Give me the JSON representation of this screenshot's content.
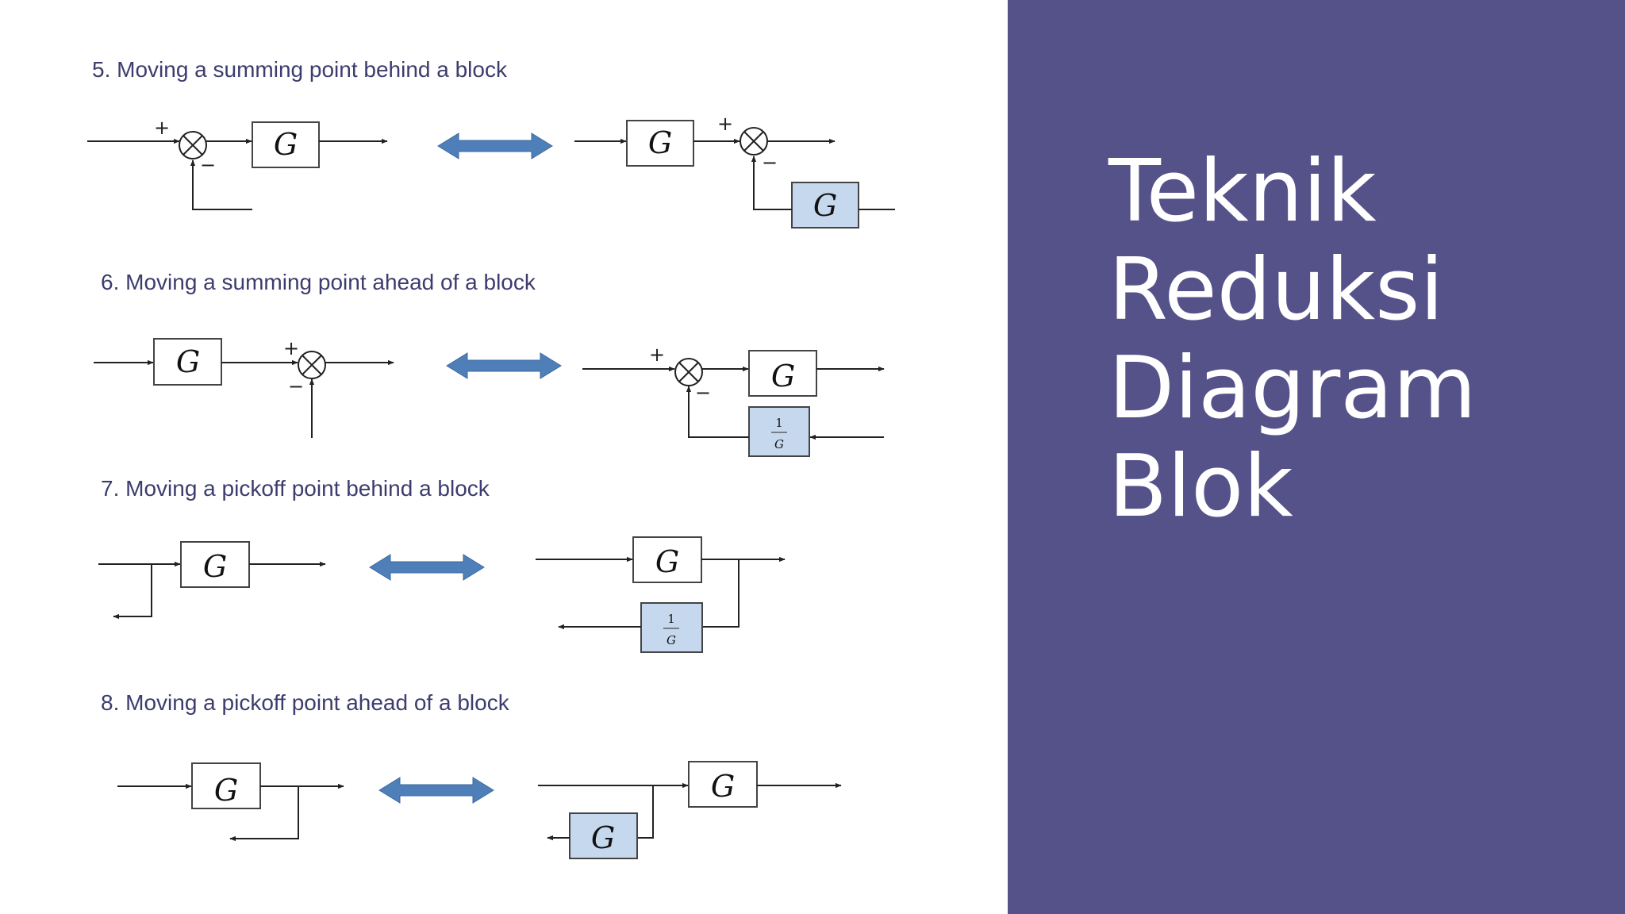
{
  "slide": {
    "title_lines": [
      "Teknik",
      "Reduksi",
      "Diagram",
      "Blok"
    ]
  },
  "sections": [
    {
      "heading": "5. Moving a summing point behind a block"
    },
    {
      "heading": "6. Moving a summing point ahead of a block"
    },
    {
      "heading": "7. Moving a pickoff point behind a block"
    },
    {
      "heading": "8. Moving a pickoff point ahead of a block"
    }
  ],
  "symbols": {
    "block_label": "G",
    "inverse_num": "1",
    "inverse_den": "G",
    "plus": "+",
    "minus": "−"
  },
  "colors": {
    "title_panel": "#55528a",
    "shaded_block": "#c6d8ee",
    "equivalence_arrow": "#4f7fb8"
  }
}
